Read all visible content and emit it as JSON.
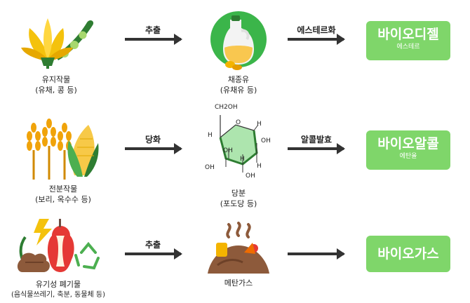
{
  "row1": {
    "source_label": "유지작물",
    "source_sub": "(유채, 콩 등)",
    "process": "추출",
    "mid_label": "채종유",
    "mid_sub": "(유채유 등)",
    "process2": "에스테르화",
    "product": "바이오디젤",
    "product_sub": "에스테르"
  },
  "row2": {
    "source_label": "전분작물",
    "source_sub": "(보리, 옥수수 등)",
    "process": "당화",
    "mid_label": "당분",
    "mid_sub": "(포도당 등)",
    "process2": "알콜발효",
    "product": "바이오알콜",
    "product_sub": "에탄올",
    "glucose": {
      "ch2oh": "CH2OH",
      "o": "O",
      "h": "H",
      "oh": "OH"
    }
  },
  "row3": {
    "source_label": "유기성 폐기물",
    "source_sub": "(음식물쓰레기, 축분, 동물체 등)",
    "process": "추출",
    "mid_label": "메탄가스",
    "product": "바이오가스"
  }
}
